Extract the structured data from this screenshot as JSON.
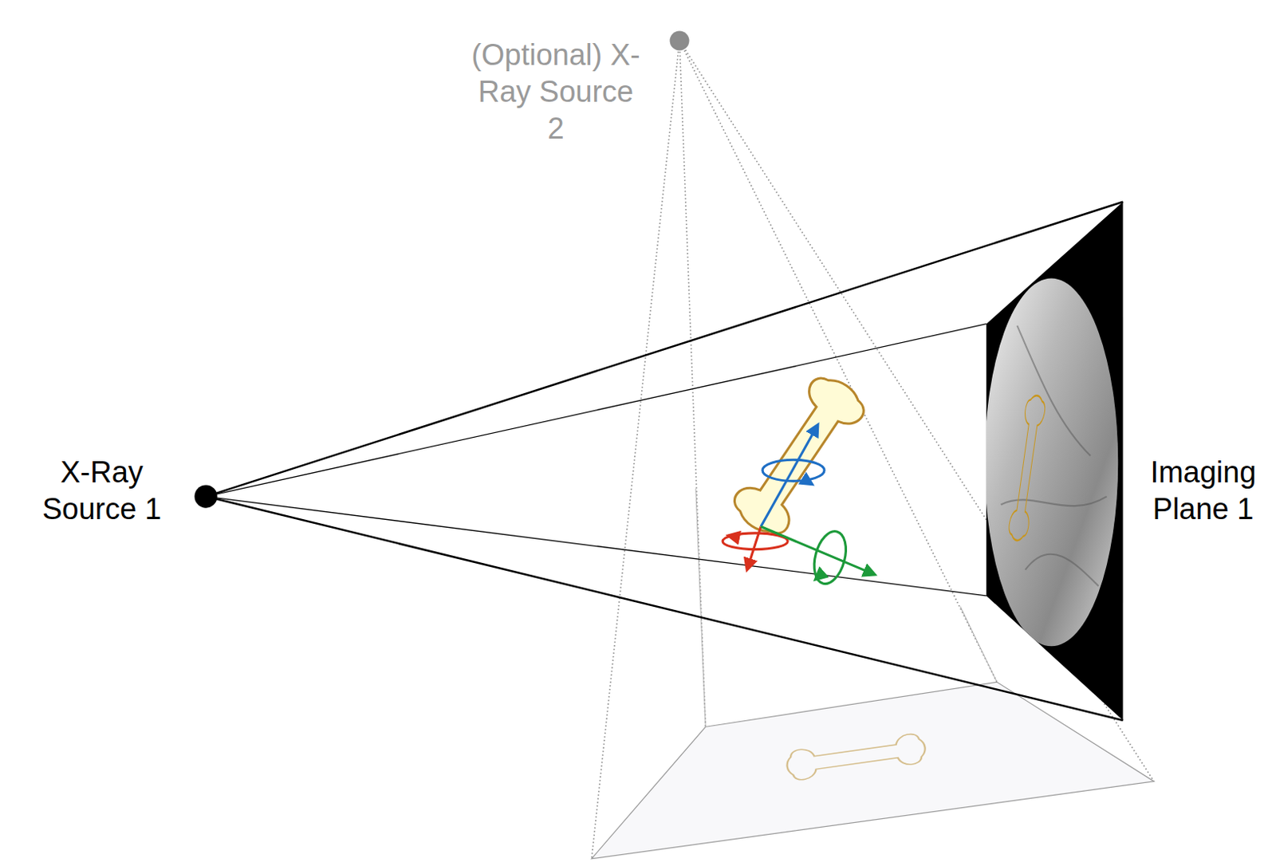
{
  "diagram": {
    "labels": [
      "(Optional) X-Ray Source 2",
      "X-Ray Source 1",
      "Imaging Plane 1"
    ]
  }
}
